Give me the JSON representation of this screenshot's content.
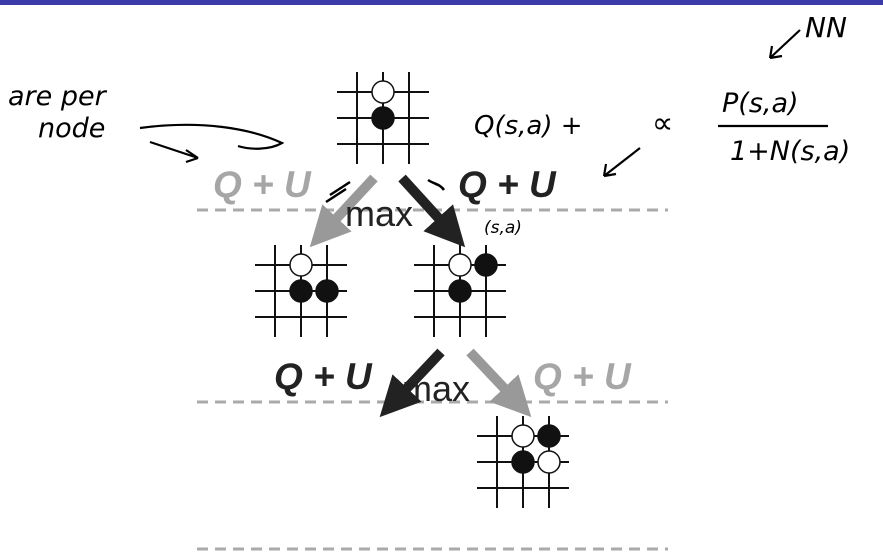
{
  "colors": {
    "top_bar": "#3a3aa8",
    "dashed_line": "#aaaaaa",
    "dark_arrow": "#222222",
    "light_arrow": "#999999",
    "dark_text": "#222222",
    "light_text": "#a6a6a6",
    "stone_black": "#111111",
    "stone_white": "#ffffff"
  },
  "level1": {
    "left_label": "Q + U",
    "right_label": "Q + U",
    "max_label": "max"
  },
  "level2": {
    "left_label": "Q + U",
    "right_label": "Q + U",
    "max_label": "max"
  },
  "notes": {
    "nn": "NN",
    "are_per": "are per",
    "node": "node",
    "formula_q": "Q(s,a) +",
    "alpha": "∝",
    "numerator": "P(s,a)",
    "denominator": "1+N(s,a)",
    "sa": "(s,a)"
  },
  "boards": {
    "root": {
      "black": [
        [
          1,
          1
        ]
      ],
      "white": [
        [
          1,
          0
        ]
      ]
    },
    "mid_left": {
      "black": [
        [
          1,
          1
        ],
        [
          2,
          1
        ]
      ],
      "white": [
        [
          1,
          0
        ]
      ]
    },
    "mid_right": {
      "black": [
        [
          1,
          1
        ],
        [
          2,
          0
        ]
      ],
      "white": [
        [
          1,
          0
        ]
      ]
    },
    "bottom": {
      "black": [
        [
          1,
          1
        ],
        [
          2,
          0
        ]
      ],
      "white": [
        [
          1,
          0
        ],
        [
          2,
          1
        ]
      ]
    }
  }
}
